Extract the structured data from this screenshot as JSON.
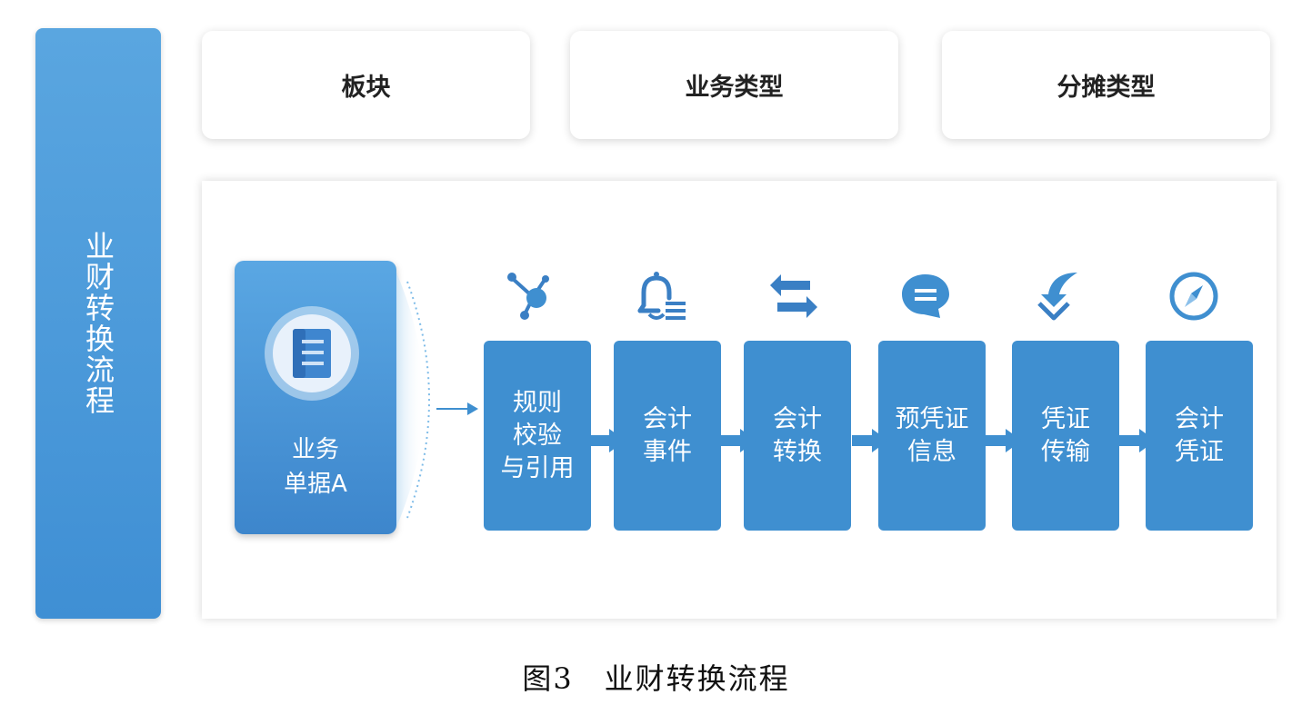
{
  "side_title": "业财转换流程",
  "header_cards": [
    "板块",
    "业务类型",
    "分摊类型"
  ],
  "source": {
    "line1": "业务",
    "line2": "单据A"
  },
  "steps": [
    {
      "lines": [
        "规则",
        "校验",
        "与引用"
      ],
      "icon": "hub-network-icon"
    },
    {
      "lines": [
        "会计",
        "事件"
      ],
      "icon": "bell-list-icon"
    },
    {
      "lines": [
        "会计",
        "转换"
      ],
      "icon": "swap-arrows-icon"
    },
    {
      "lines": [
        "预凭证",
        "信息"
      ],
      "icon": "chat-bubble-icon"
    },
    {
      "lines": [
        "凭证",
        "传输"
      ],
      "icon": "download-arrow-icon"
    },
    {
      "lines": [
        "会计",
        "凭证"
      ],
      "icon": "compass-icon"
    }
  ],
  "caption": "图3　业财转换流程",
  "colors": {
    "primary": "#3f8fd0",
    "accent_light": "#5aa6e0",
    "text_dark": "#222222"
  }
}
